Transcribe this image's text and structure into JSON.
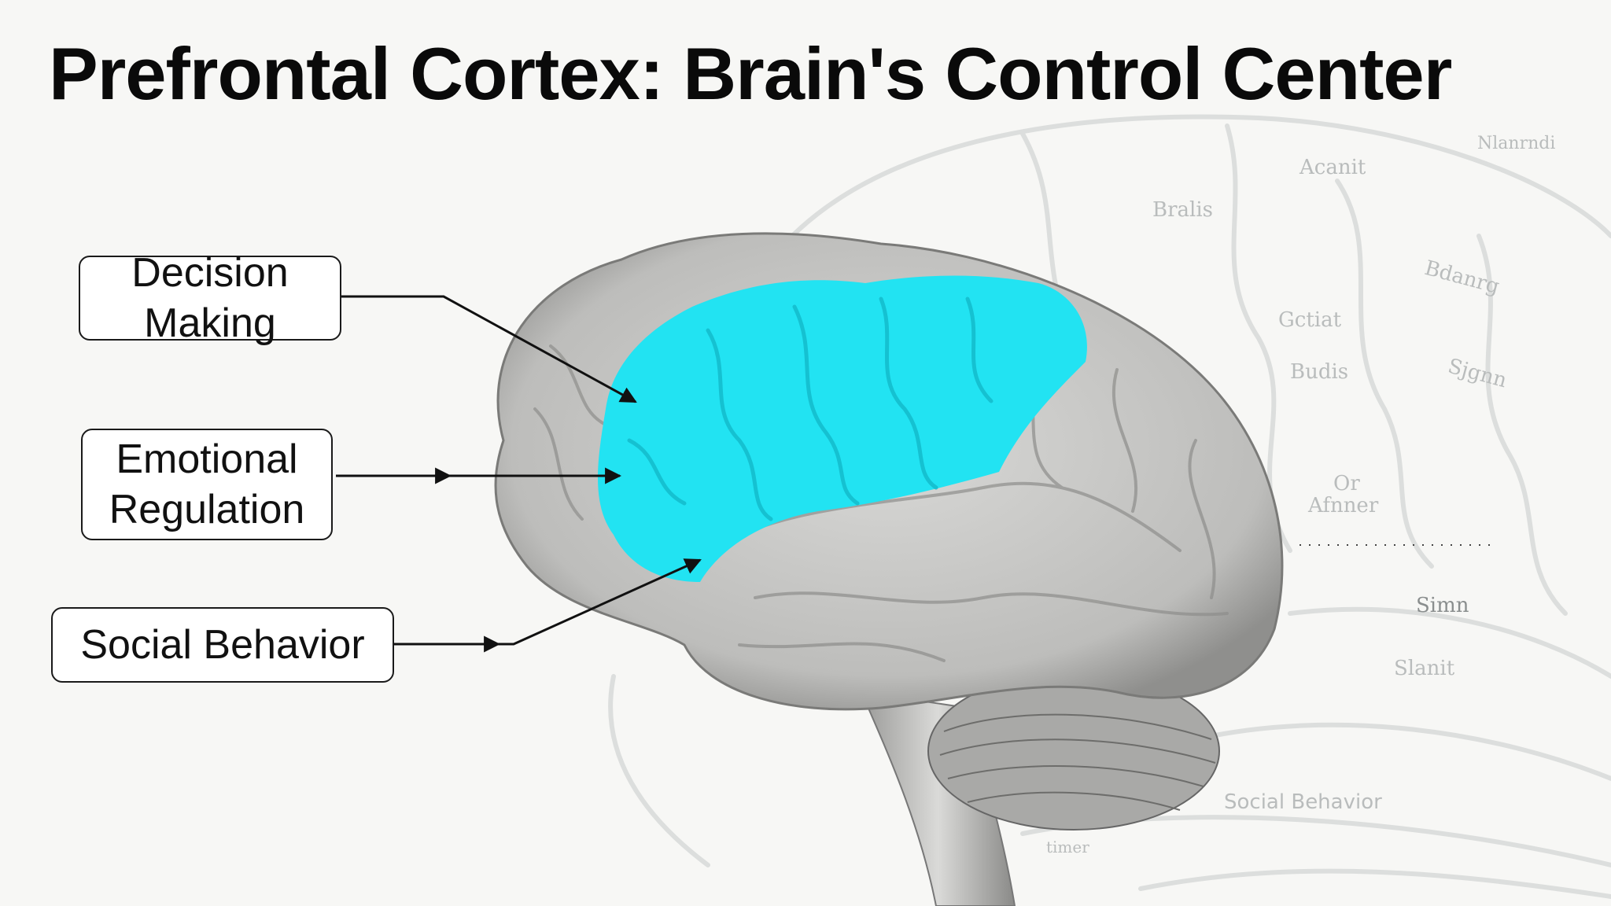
{
  "title": "Prefrontal Cortex: Brain's Control Center",
  "labels": {
    "decision": {
      "line1": "Decision",
      "line2": "Making"
    },
    "emotional": {
      "line1": "Emotional",
      "line2": "Regulation"
    },
    "social": {
      "line1": "Social Behavior"
    }
  },
  "background_labels": [
    "Acanit",
    "Bralis",
    "Bdanrg",
    "Gctiat",
    "Budis",
    "Sjgnn",
    "Or",
    "Afnner",
    "Simn",
    "Slanit",
    "Social Behavior",
    "Nlanrndi",
    "timer"
  ],
  "colors": {
    "highlight": "#22e3f2",
    "brain": "#c9c9c7",
    "text": "#111111"
  }
}
